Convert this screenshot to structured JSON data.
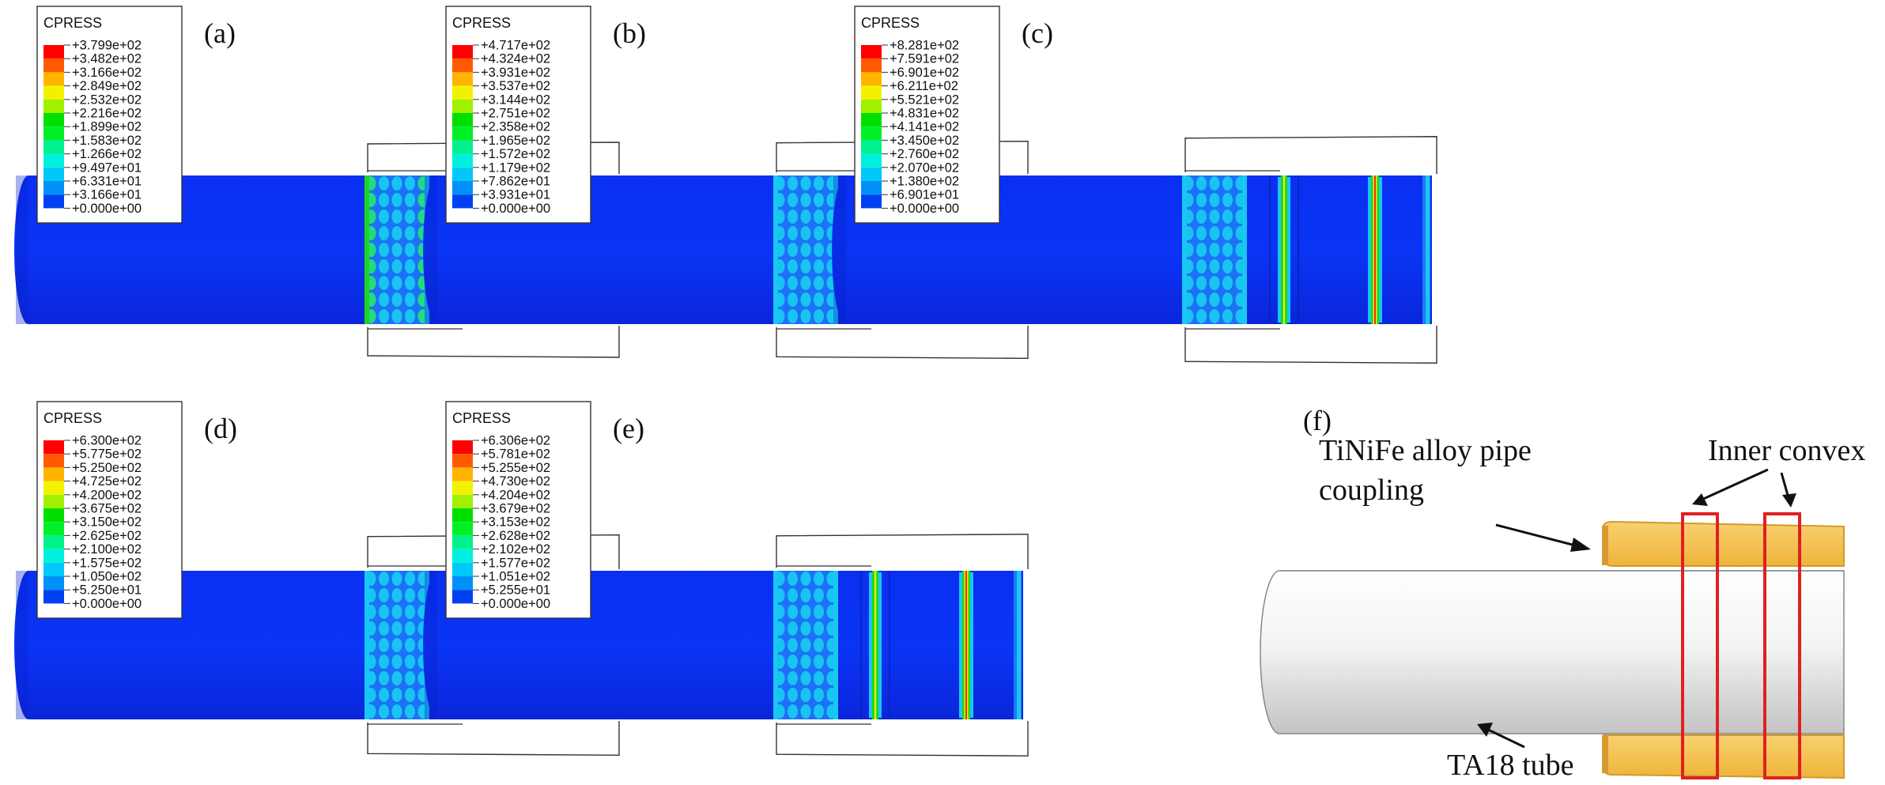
{
  "panels": [
    {
      "label": "(a)",
      "legend_title": "CPRESS",
      "values": [
        "+3.799e+02",
        "+3.482e+02",
        "+3.166e+02",
        "+2.849e+02",
        "+2.532e+02",
        "+2.216e+02",
        "+1.899e+02",
        "+1.583e+02",
        "+1.266e+02",
        "+9.497e+01",
        "+6.331e+01",
        "+3.166e+01",
        "+0.000e+00"
      ]
    },
    {
      "label": "(b)",
      "legend_title": "CPRESS",
      "values": [
        "+4.717e+02",
        "+4.324e+02",
        "+3.931e+02",
        "+3.537e+02",
        "+3.144e+02",
        "+2.751e+02",
        "+2.358e+02",
        "+1.965e+02",
        "+1.572e+02",
        "+1.179e+02",
        "+7.862e+01",
        "+3.931e+01",
        "+0.000e+00"
      ]
    },
    {
      "label": "(c)",
      "legend_title": "CPRESS",
      "values": [
        "+8.281e+02",
        "+7.591e+02",
        "+6.901e+02",
        "+6.211e+02",
        "+5.521e+02",
        "+4.831e+02",
        "+4.141e+02",
        "+3.450e+02",
        "+2.760e+02",
        "+2.070e+02",
        "+1.380e+02",
        "+6.901e+01",
        "+0.000e+00"
      ]
    },
    {
      "label": "(d)",
      "legend_title": "CPRESS",
      "values": [
        "+6.300e+02",
        "+5.775e+02",
        "+5.250e+02",
        "+4.725e+02",
        "+4.200e+02",
        "+3.675e+02",
        "+3.150e+02",
        "+2.625e+02",
        "+2.100e+02",
        "+1.575e+02",
        "+1.050e+02",
        "+5.250e+01",
        "+0.000e+00"
      ]
    },
    {
      "label": "(e)",
      "legend_title": "CPRESS",
      "values": [
        "+6.306e+02",
        "+5.781e+02",
        "+5.255e+02",
        "+4.730e+02",
        "+4.204e+02",
        "+3.679e+02",
        "+3.153e+02",
        "+2.628e+02",
        "+2.102e+02",
        "+1.577e+02",
        "+1.051e+02",
        "+5.255e+01",
        "+0.000e+00"
      ]
    }
  ],
  "legend_colors": [
    "#ff0000",
    "#ff5a00",
    "#ffb400",
    "#f2f200",
    "#a0f000",
    "#00e000",
    "#00f028",
    "#00f08c",
    "#00f0e0",
    "#00c8f8",
    "#0090f8",
    "#0040f0"
  ],
  "field_colors": {
    "base": "#0a2ff2",
    "low": "#1e7af7",
    "mid": "#18c8f0",
    "mid_green": "#24e078",
    "green": "#1ed61e",
    "yellow": "#e8ee10",
    "red": "#ff1000",
    "tube_shadow": "#0a20c8"
  },
  "panel_f": {
    "label": "(f)",
    "coupling_label_line1": "TiNiFe alloy pipe",
    "coupling_label_line2": "coupling",
    "convex_label": "Inner convex",
    "tube_label": "TA18 tube",
    "coupling_color": "#f5c14a",
    "highlight_color": "#e02020"
  }
}
